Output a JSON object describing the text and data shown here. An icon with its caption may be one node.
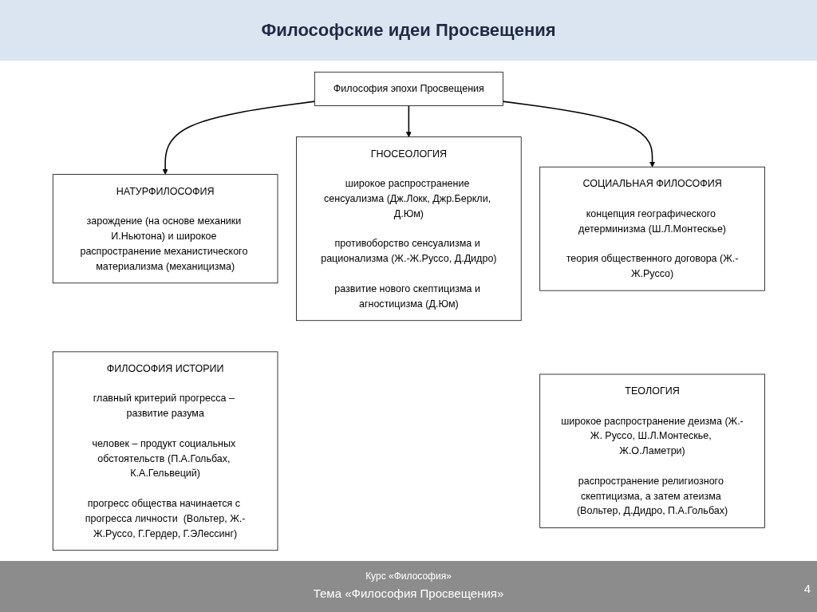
{
  "diagram": {
    "title": "Философские идеи Просвещения",
    "nodes": [
      {
        "text": [
          "Философия эпохи Просвещения"
        ]
      },
      {
        "text": [
          "НАТУРФИЛОСОФИЯ",
          "зарождение (на основе механики И.Ньютона) и широкое распространение механистического материализма (механицизма)"
        ]
      },
      {
        "text": [
          "ГНОСЕОЛОГИЯ",
          "широкое распространение сенсуализма (Дж.Локк, Джр.Беркли, Д.Юм)",
          "противоборство сенсуализма и рационализма (Ж.-Ж.Руссо, Д.Дидро)",
          "развитие нового скептицизма и агностицизма (Д.Юм)"
        ]
      },
      {
        "text": [
          "СОЦИАЛЬНАЯ ФИЛОСОФИЯ",
          "концепция географического детерминизма (Ш.Л.Монтескье)",
          "теория общественного договора (Ж.-Ж.Руссо)"
        ]
      },
      {
        "text": [
          "ФИЛОСОФИЯ ИСТОРИИ",
          "главный критерий прогресса – развитие разума",
          "человек – продукт социальных обстоятельств (П.А.Гольбах, К.А.Гельвеций)",
          "прогресс общества начинается с прогресса личности  (Вольтер, Ж.-Ж.Руссо, Г.Гердер, Г.ЭЛессинг)"
        ]
      },
      {
        "text": [
          "ТЕОЛОГИЯ",
          "широкое распространение деизма (Ж.-Ж. Руссо, Ш.Л.Монтескье, Ж.О.Ламетри)",
          "распространение религиозного скептицизма, а затем атеизма (Вольтер, Д.Дидро, П.А.Гольбах)"
        ]
      }
    ],
    "edges": [
      {
        "from": 0,
        "to": 1,
        "arrow": "to"
      },
      {
        "from": 0,
        "to": 2,
        "arrow": "to"
      },
      {
        "from": 0,
        "to": 3,
        "arrow": "to"
      }
    ],
    "labels": [
      "Курс «Философия»",
      "Тема «Философия Просвещения»",
      "4"
    ]
  }
}
